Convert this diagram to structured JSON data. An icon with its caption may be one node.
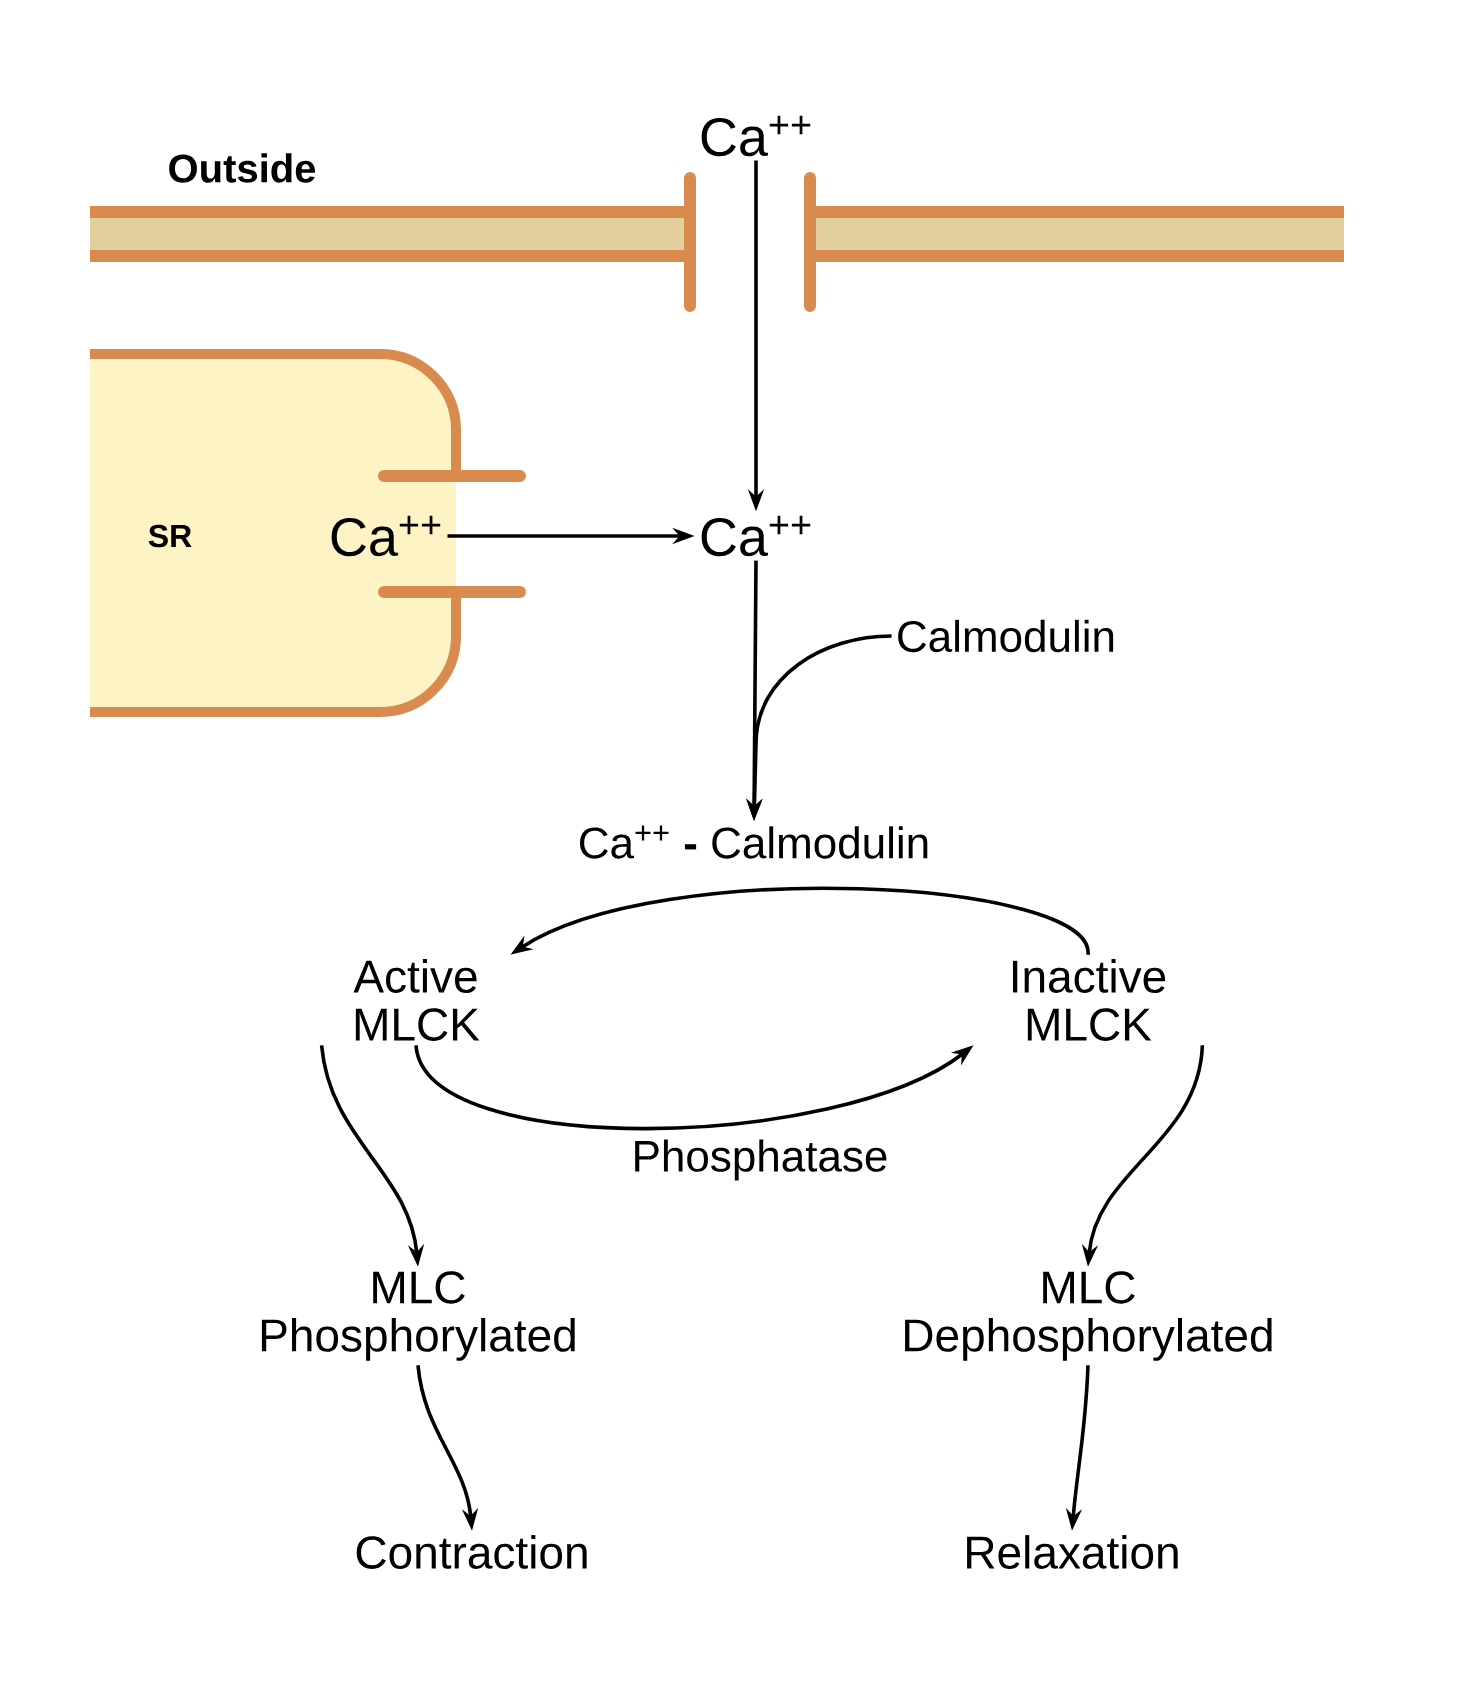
{
  "diagram": {
    "nodes": [
      {
        "text": [
          "Ca$^{++}$"
        ]
      },
      {
        "text": [
          "SR"
        ]
      },
      {
        "text": [
          "Ca$^{++}$"
        ],
        "in": 1
      },
      {
        "text": [
          "Ca$^{++}$"
        ]
      },
      {
        "text": [
          "Calmodulin"
        ]
      },
      {
        "text": [
          "Ca$^{++}$ **-** Calmodulin"
        ]
      },
      {
        "text": [
          "Active MLCK"
        ]
      },
      {
        "text": [
          "Inactive MLCK"
        ]
      },
      {
        "text": [
          "MLC Phosphorylated"
        ]
      },
      {
        "text": [
          "MLC Dephosphorylated"
        ]
      },
      {
        "text": [
          "Contraction"
        ]
      },
      {
        "text": [
          "Relaxation"
        ]
      }
    ],
    "edges": [
      {
        "from": 0,
        "to": 3,
        "arrow": "to"
      },
      {
        "from": 2,
        "to": 3,
        "arrow": "to"
      },
      {
        "from": 3,
        "to": 5,
        "arrow": "to"
      },
      {
        "from": 4,
        "to": 5,
        "arrow": "to"
      },
      {
        "from": 7,
        "to": 6,
        "arrow": "to"
      },
      {
        "from": 6,
        "to": 7,
        "arrow": "to",
        "label": "Phosphatase"
      },
      {
        "from": 6,
        "to": 8,
        "arrow": "to"
      },
      {
        "from": 7,
        "to": 9,
        "arrow": "to"
      },
      {
        "from": 8,
        "to": 10,
        "arrow": "to"
      },
      {
        "from": 9,
        "to": 11,
        "arrow": "to"
      }
    ],
    "labels": [
      "Outside"
    ]
  }
}
